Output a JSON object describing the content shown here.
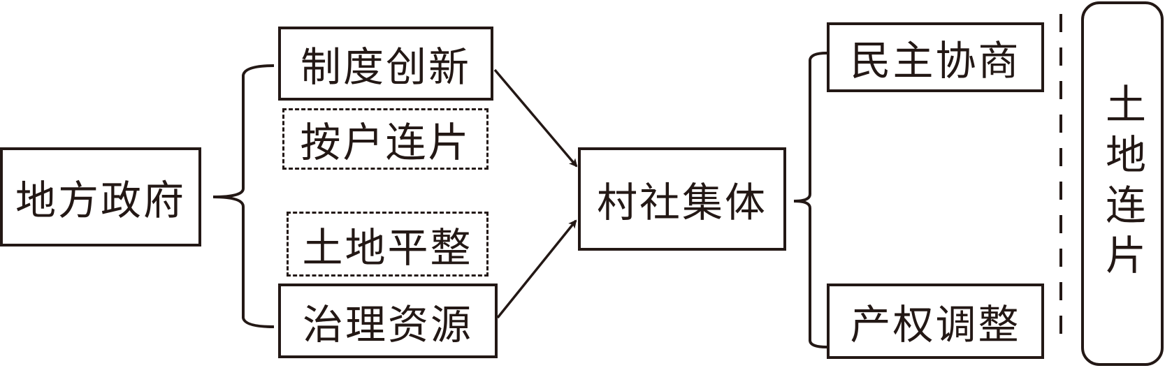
{
  "nodes": {
    "local_government": "地方政府",
    "institutional_innovation": "制度创新",
    "household_consolidation": "按户连片",
    "land_leveling": "土地平整",
    "governance_resources": "治理资源",
    "village_collective": "村社集体",
    "democratic_consultation": "民主协商",
    "property_rights_adjustment": "产权调整",
    "land_consolidation": "土地连片"
  },
  "colors": {
    "stroke": "#231815"
  }
}
